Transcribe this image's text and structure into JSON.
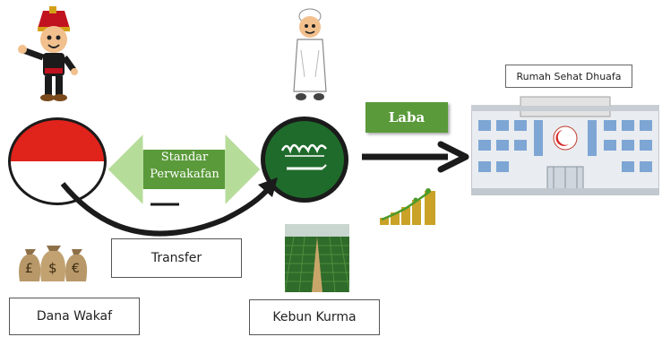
{
  "labels": {
    "standar_line1": "Standar",
    "standar_line2": "Perwakafan",
    "laba": "Laba",
    "transfer": "Transfer",
    "dana_wakaf": "Dana Wakaf",
    "kebun_kurma": "Kebun Kurma",
    "rumah_sehat": "Rumah Sehat Dhuafa"
  },
  "colors": {
    "indonesia_red": "#e0231b",
    "saudi_green": "#1f6b2b",
    "arrow_green": "#b6dc9a",
    "label_green": "#5a9a3a",
    "dark_arrow": "#1b1b1b"
  },
  "icons": [
    "mascot-acehnese-icon",
    "mascot-arab-icon",
    "indonesia-flag-icon",
    "saudi-flag-icon",
    "money-bags-icon",
    "coin-stack-icon",
    "date-palm-field-icon",
    "hospital-building-icon"
  ]
}
